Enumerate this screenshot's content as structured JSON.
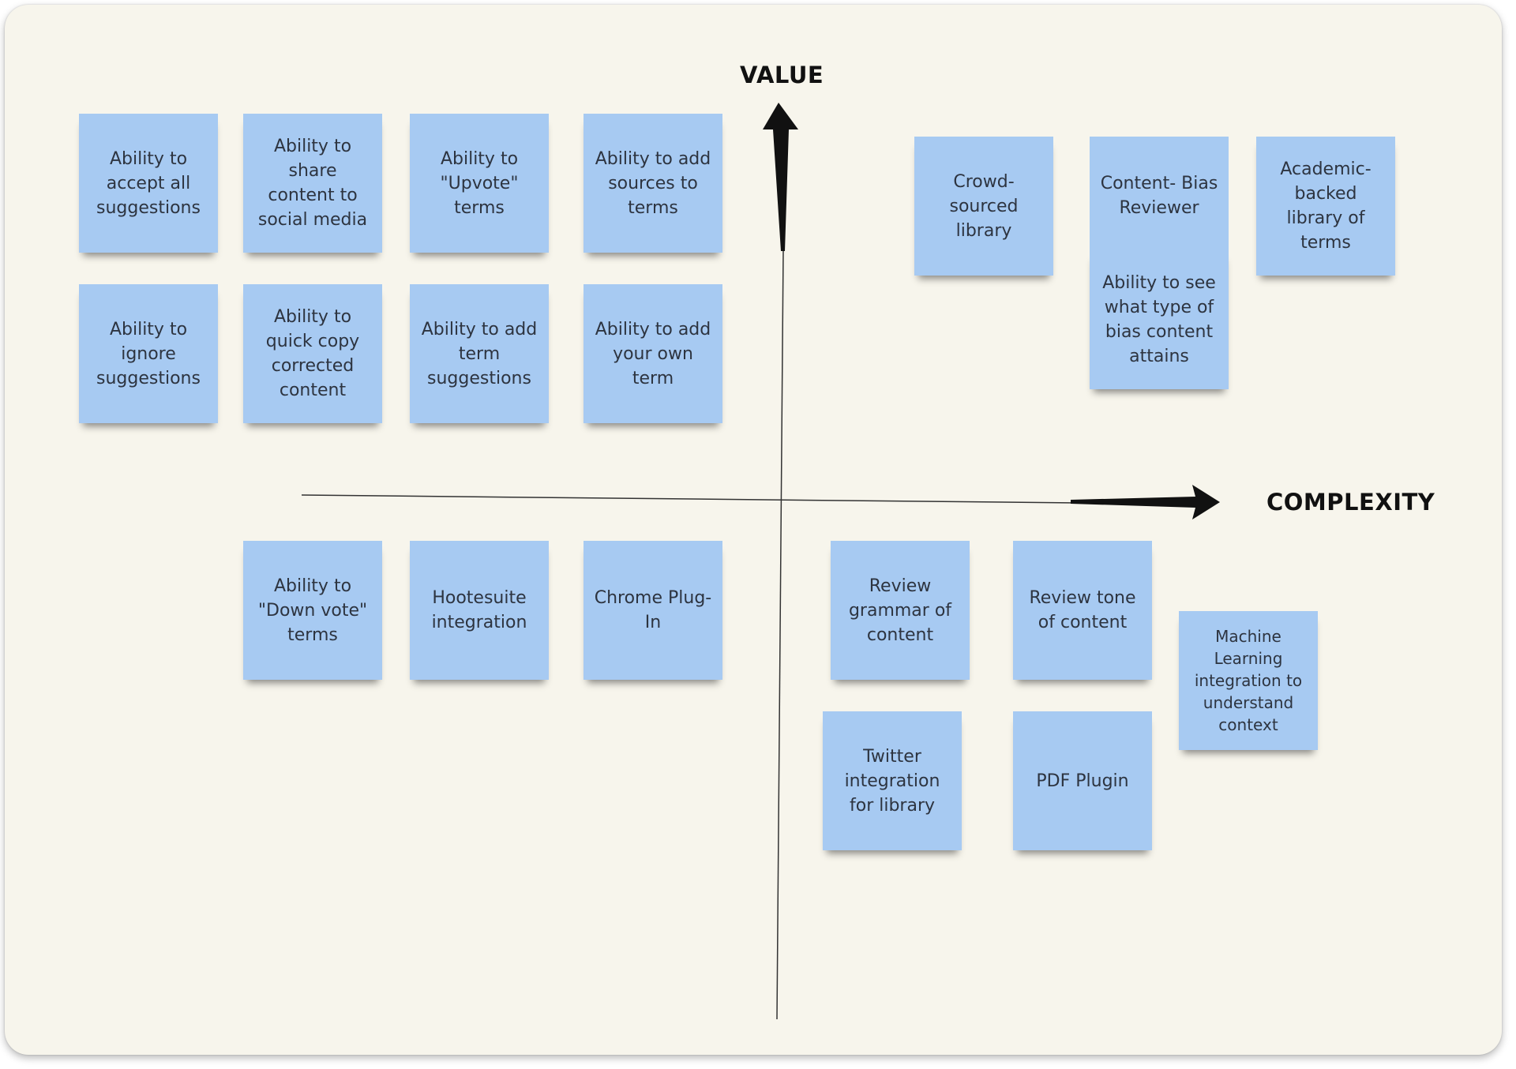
{
  "axes": {
    "y_label": "VALUE",
    "x_label": "COMPLEXITY"
  },
  "colors": {
    "board": "#f7f5ec",
    "sticky": "#a7caf2",
    "text": "#2d3440",
    "axis": "#111111"
  },
  "quadrants": {
    "high_value_low_complexity": [
      "Ability to accept all suggestions",
      "Ability to share content to social media",
      "Ability to \"Upvote\" terms",
      "Ability to add sources to terms",
      "Ability to ignore suggestions",
      "Ability to quick copy corrected content",
      "Ability to add term suggestions",
      "Ability to add your own term"
    ],
    "high_value_high_complexity": [
      "Crowd-sourced library",
      "Content- Bias Reviewer",
      "Ability to see what type of bias content attains",
      "Academic-backed library of terms"
    ],
    "low_value_low_complexity": [
      "Ability to \"Down vote\" terms",
      "Hootesuite integration",
      "Chrome Plug-In"
    ],
    "low_value_high_complexity": [
      "Review grammar of content",
      "Review tone of content",
      "Machine Learning integration to understand context",
      "Twitter integration for library",
      "PDF Plugin"
    ]
  }
}
